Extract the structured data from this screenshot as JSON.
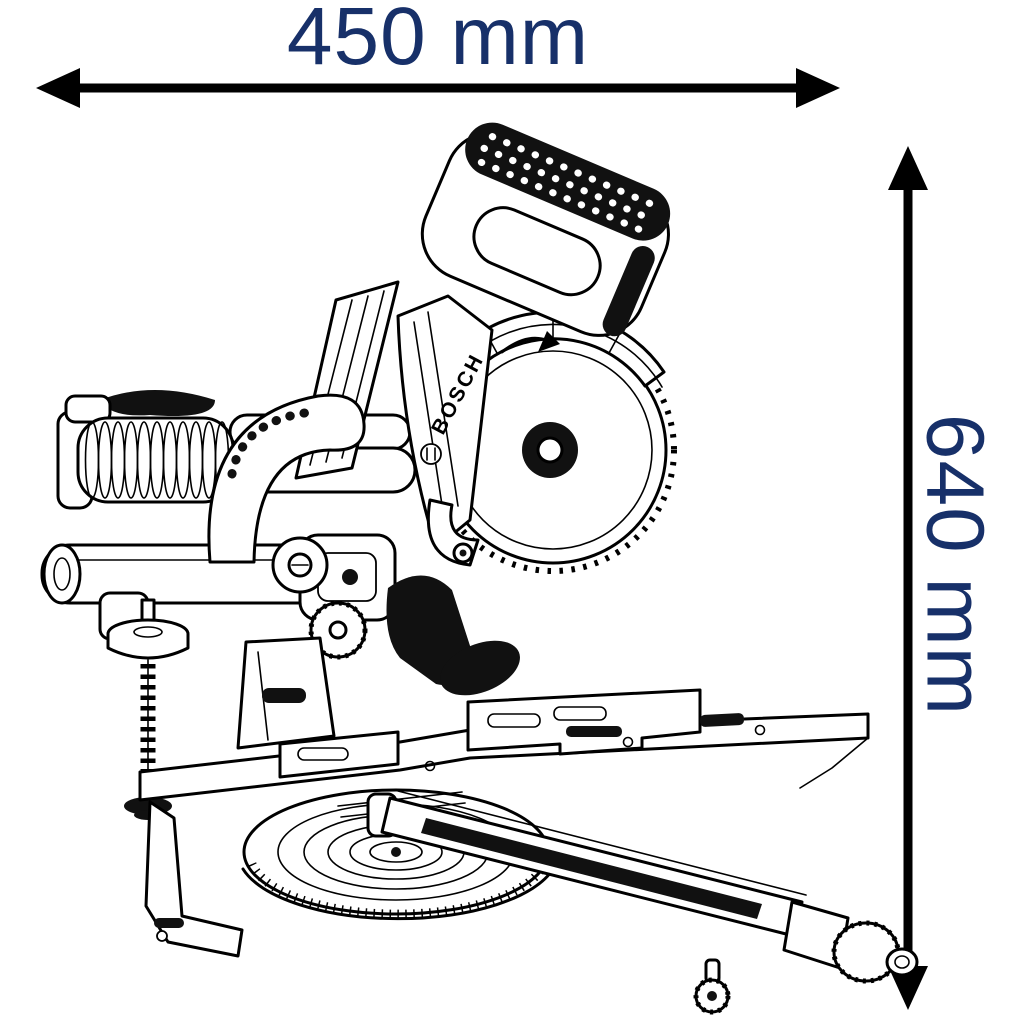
{
  "page": {
    "background": "#ffffff"
  },
  "dimensions": {
    "width_label": "450 mm",
    "height_label": "640 mm"
  },
  "illustration": {
    "brand_label": "BOSCH",
    "subject": "sliding compound mitre saw, side view technical line drawing",
    "colors": {
      "line": "#000000",
      "dimension_text": "#173069",
      "dark_fill": "#111111"
    }
  }
}
